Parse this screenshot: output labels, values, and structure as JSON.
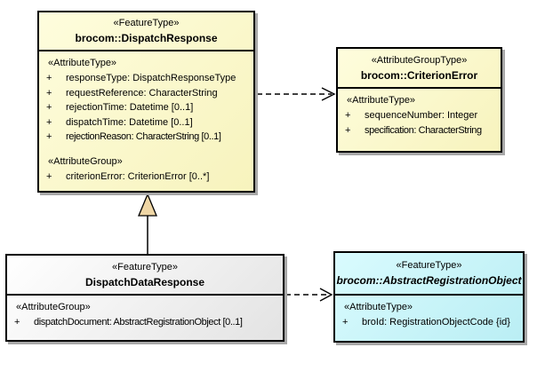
{
  "colors": {
    "background": "#FFFFFF",
    "yellow_fill": "#FBF8CC",
    "gray_fill": "#EFEFEF",
    "cyan_fill": "#C9F4F8",
    "border": "#000000",
    "shadow": "#A8A8A8",
    "generalization_triangle_fill": "#EFD6A5"
  },
  "classes": [
    {
      "stereotype": "«FeatureType»",
      "name": "brocom::DispatchResponse",
      "sections": [
        {
          "header": "«AttributeType»",
          "attributes": [
            {
              "vis": "+",
              "text": "responseType: DispatchResponseType"
            },
            {
              "vis": "+",
              "text": "requestReference: CharacterString"
            },
            {
              "vis": "+",
              "text": "rejectionTime: Datetime [0..1]"
            },
            {
              "vis": "+",
              "text": "dispatchTime: Datetime [0..1]"
            },
            {
              "vis": "+",
              "text": "rejectionReason: CharacterString [0..1]"
            }
          ]
        },
        {
          "header": "«AttributeGroup»",
          "attributes": [
            {
              "vis": "+",
              "text": "criterionError: CriterionError [0..*]"
            }
          ]
        }
      ]
    },
    {
      "stereotype": "«AttributeGroupType»",
      "name": "brocom::CriterionError",
      "sections": [
        {
          "header": "«AttributeType»",
          "attributes": [
            {
              "vis": "+",
              "text": "sequenceNumber: Integer"
            },
            {
              "vis": "+",
              "text": "specification: CharacterString"
            }
          ]
        }
      ]
    },
    {
      "stereotype": "«FeatureType»",
      "name": "DispatchDataResponse",
      "sections": [
        {
          "header": "«AttributeGroup»",
          "attributes": [
            {
              "vis": "+",
              "text": "dispatchDocument: AbstractRegistrationObject [0..1]"
            }
          ]
        }
      ]
    },
    {
      "stereotype": "«FeatureType»",
      "name": "brocom::AbstractRegistrationObject",
      "sections": [
        {
          "header": "«AttributeType»",
          "attributes": [
            {
              "vis": "+",
              "text": "broId: RegistrationObjectCode {id}"
            }
          ]
        }
      ]
    }
  ],
  "connectors": [
    {
      "type": "dependency",
      "from": "brocom::DispatchResponse",
      "to": "brocom::CriterionError",
      "line": "dashed",
      "head": "open-arrow"
    },
    {
      "type": "generalization",
      "from": "DispatchDataResponse",
      "to": "brocom::DispatchResponse",
      "line": "solid",
      "head": "filled-triangle"
    },
    {
      "type": "dependency",
      "from": "DispatchDataResponse",
      "to": "brocom::AbstractRegistrationObject",
      "line": "dashed",
      "head": "open-arrow"
    }
  ]
}
